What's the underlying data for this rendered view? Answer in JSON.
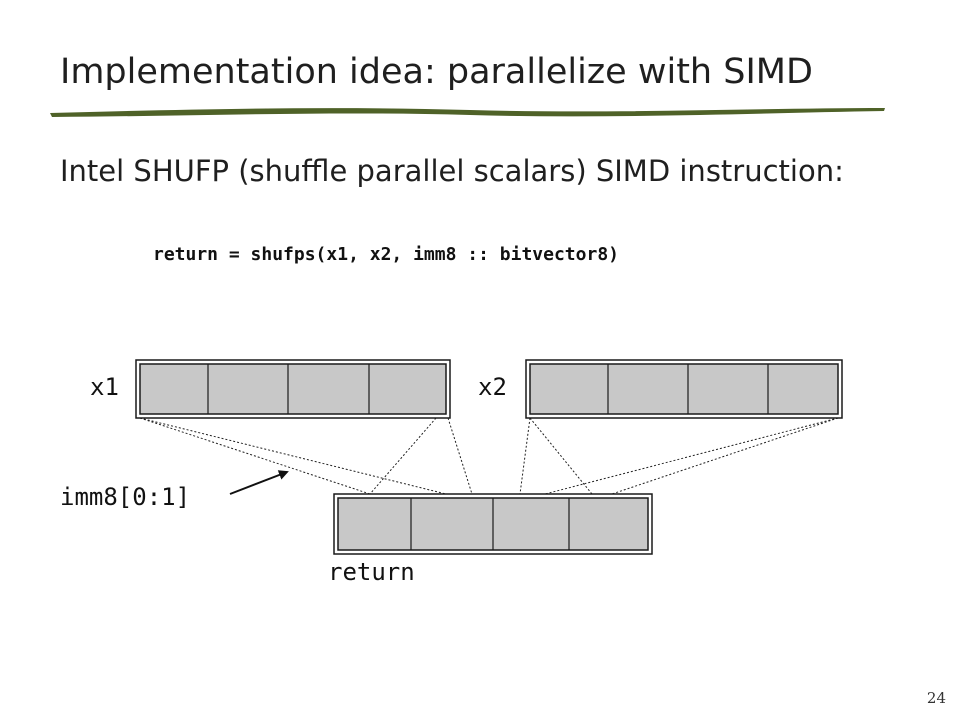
{
  "slide": {
    "title": "Implementation idea: parallelize with SIMD",
    "subtitle": "Intel SHUFP (shuffle parallel scalars) SIMD instruction:",
    "code": "return = shufps(x1, x2, imm8 :: bitvector8)",
    "page_number": "24",
    "accent_color": "#4f6228"
  },
  "diagram": {
    "labels": {
      "x1": "x1",
      "x2": "x2",
      "imm8": "imm8[0:1]",
      "return": "return"
    },
    "registers": [
      {
        "name": "x1",
        "cells": 4
      },
      {
        "name": "x2",
        "cells": 4
      },
      {
        "name": "return",
        "cells": 4
      }
    ],
    "cell_fill": "#c8c8c8",
    "border_color": "#1a1a1a"
  }
}
